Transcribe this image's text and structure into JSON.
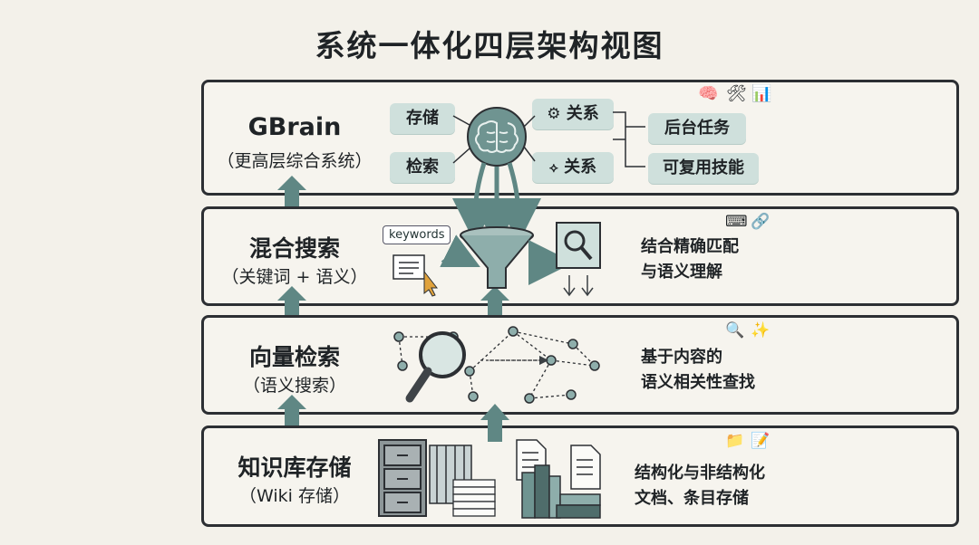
{
  "title": "系统一体化四层架构视图",
  "layers": [
    {
      "name": "GBrain",
      "sub": "（更高层综合系统）",
      "chips": {
        "storage": "存储",
        "retrieval": "检索",
        "relation_gear": "关系",
        "relation_graph": "关系",
        "background_tasks": "后台任务",
        "reusable_skills": "可复用技能"
      },
      "icons": [
        "brain-icon",
        "tools-icon",
        "bar-chart-icon"
      ]
    },
    {
      "name": "混合搜索",
      "sub": "（关键词 + 语义）",
      "keyword_tag": "keywords",
      "desc_lines": [
        "结合精确匹配",
        "与语义理解"
      ],
      "icons": [
        "keyboard-icon",
        "link-icon"
      ]
    },
    {
      "name": "向量检索",
      "sub": "（语义搜索）",
      "desc_lines": [
        "基于内容的",
        "语义相关性查找"
      ],
      "icons": [
        "search-icon",
        "magic-wand-icon"
      ]
    },
    {
      "name": "知识库存储",
      "sub": "（Wiki 存储）",
      "desc_lines": [
        "结构化与非结构化",
        "文档、条目存储"
      ],
      "icons": [
        "folder-icon",
        "edit-note-icon"
      ]
    }
  ],
  "colors": {
    "accent": "#5f8784",
    "chip": "#cfe0dc",
    "border": "#2c2f33",
    "background": "#f3f1ea"
  }
}
